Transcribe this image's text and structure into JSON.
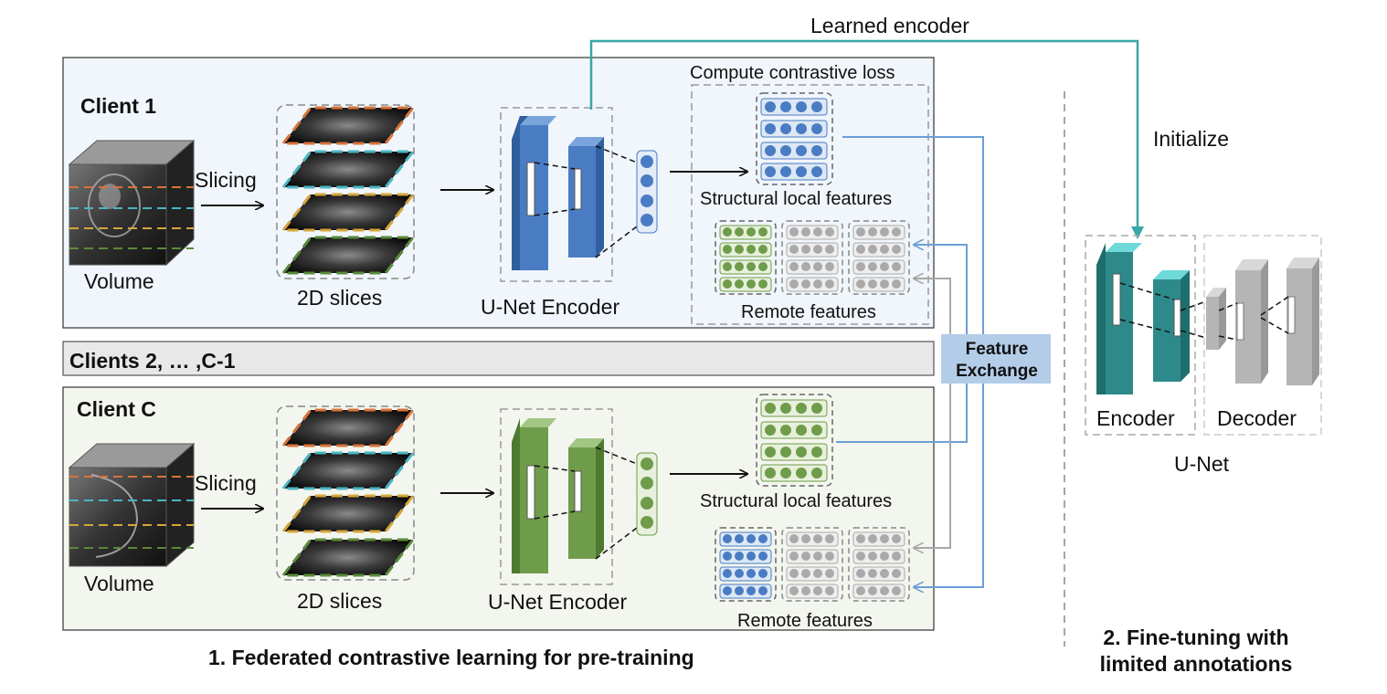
{
  "labels": {
    "learned_encoder": "Learned encoder",
    "initialize": "Initialize",
    "compute_contrastive_loss": "Compute contrastive loss",
    "structural_local_features": "Structural local features",
    "remote_features": "Remote features",
    "unet_encoder": "U-Net Encoder",
    "slices_2d": "2D slices",
    "volume": "Volume",
    "slicing": "Slicing",
    "feature_exchange_line1": "Feature",
    "feature_exchange_line2": "Exchange",
    "encoder": "Encoder",
    "decoder": "Decoder",
    "unet": "U-Net"
  },
  "clients": {
    "client1": "Client 1",
    "clients_middle": "Clients 2, … ,C-1",
    "clientC": "Client C"
  },
  "captions": {
    "pretraining": "1. Federated contrastive learning for pre-training",
    "finetune_line1": "2. Fine-tuning with",
    "finetune_line2": "limited annotations"
  },
  "colors": {
    "client1_bg": "#f0f6fb",
    "clientC_bg": "#f3f6ee",
    "middle_bg": "#e8e8e8",
    "blue_encoder": "#4a7cc4",
    "green_encoder": "#6f9c4a",
    "teal_encoder": "#2e8a8a",
    "gray_decoder": "#b5b5b5",
    "teal_arrow": "#38a6a6",
    "blue_arrow": "#6a9fd6",
    "gray_arrow": "#a8a8a8",
    "feature_exchange_bg": "#b3cde9",
    "slice_orange": "#d9733a",
    "slice_teal": "#4bb5c4",
    "slice_yellow": "#d6a53a",
    "slice_green": "#5a8a3a"
  }
}
